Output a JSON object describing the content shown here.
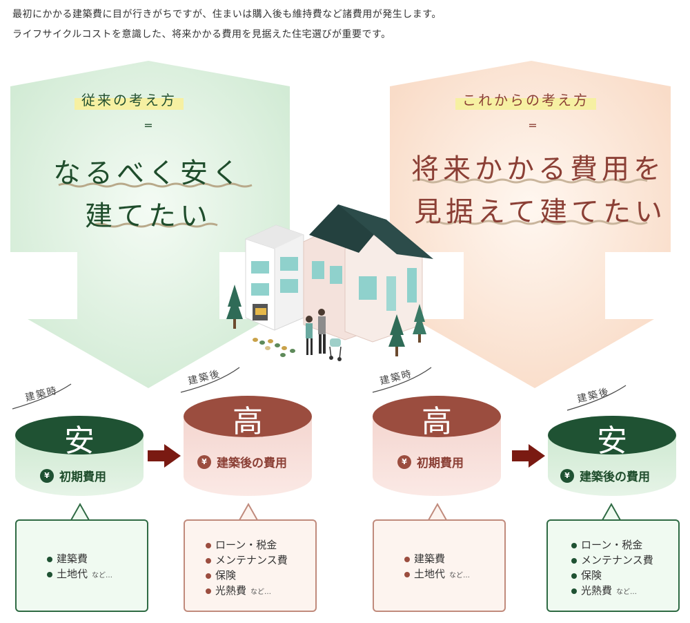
{
  "intro": {
    "line1": "最初にかかる建築費に目が行きがちですが、住まいは購入後も維持費など諸費用が発生します。",
    "line2": "ライフサイクルコストを意識した、将来かかる費用を見据えた住宅選びが重要です。"
  },
  "left": {
    "label": "従来の考え方",
    "eq": "=",
    "line1": "なるべく安く",
    "line2": "建てたい"
  },
  "right": {
    "label": "これからの考え方",
    "eq": "=",
    "line1": "将来かかる費用を",
    "line2": "見据えて建てたい"
  },
  "colors": {
    "green_dark": "#1f5233",
    "green_text": "#23502f",
    "green_light": "#dff2e2",
    "red_dark": "#9b4d3f",
    "red_text": "#8b3f35",
    "pink_light": "#f7e0db",
    "arrow_dark": "#7a1a12"
  },
  "cylinders": [
    {
      "stage": "建築時",
      "char": "安",
      "yen": "¥",
      "label": "初期費用",
      "items": [
        "建築費",
        "土地代"
      ],
      "suffix": "など…"
    },
    {
      "stage": "建築後",
      "char": "高",
      "yen": "¥",
      "label": "建築後の費用",
      "items": [
        "ローン・税金",
        "メンテナンス費",
        "保険",
        "光熱費"
      ],
      "suffix": "など…"
    },
    {
      "stage": "建築時",
      "char": "高",
      "yen": "¥",
      "label": "初期費用",
      "items": [
        "建築費",
        "土地代"
      ],
      "suffix": "など…"
    },
    {
      "stage": "建築後",
      "char": "安",
      "yen": "¥",
      "label": "建築後の費用",
      "items": [
        "ローン・税金",
        "メンテナンス費",
        "保険",
        "光熱費"
      ],
      "suffix": "など…"
    }
  ],
  "icons": [
    "house-illustration-icon",
    "tree-icon",
    "family-icon",
    "right-arrow-icon",
    "yen-icon"
  ]
}
